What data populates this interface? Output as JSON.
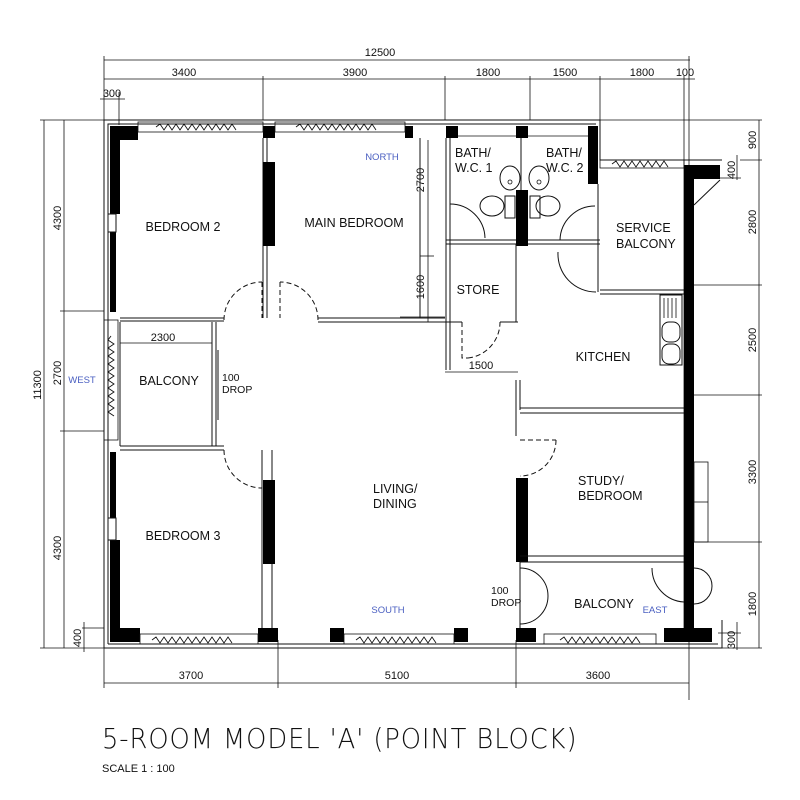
{
  "drawing": {
    "title": "5-ROOM MODEL 'A' (POINT BLOCK)",
    "scale": "SCALE 1 : 100"
  },
  "dimensions": {
    "top_total": "12500",
    "top": [
      "3400",
      "3900",
      "1800",
      "1500",
      "1800",
      "100"
    ],
    "top_offset": "300",
    "bottom": [
      "3700",
      "5100",
      "3600"
    ],
    "left_total": "11300",
    "left": [
      "4300",
      "2700",
      "4300"
    ],
    "left_offset": "400",
    "right": [
      "900",
      "2800",
      "2500",
      "3300",
      "1800"
    ],
    "right_offsets": [
      "400",
      "300"
    ],
    "internal": {
      "main_bedroom_upper": "2700",
      "main_bedroom_lower": "1600",
      "balcony_west_width": "2300",
      "store_width": "1500"
    }
  },
  "rooms": {
    "bedroom_2": "BEDROOM 2",
    "main_bedroom": "MAIN BEDROOM",
    "bath_1_line1": "BATH/",
    "bath_1_line2": "W.C. 1",
    "bath_2_line1": "BATH/",
    "bath_2_line2": "W.C. 2",
    "service_balcony_line1": "SERVICE",
    "service_balcony_line2": "BALCONY",
    "store": "STORE",
    "kitchen": "KITCHEN",
    "balcony_west": "BALCONY",
    "living_dining_line1": "LIVING/",
    "living_dining_line2": "DINING",
    "study_bedroom_line1": "STUDY/",
    "study_bedroom_line2": "BEDROOM",
    "bedroom_3": "BEDROOM 3",
    "balcony_east": "BALCONY"
  },
  "annotations": {
    "drop_west_value": "100",
    "drop_west_label": "DROP",
    "drop_east_value": "100",
    "drop_east_label": "DROP"
  },
  "compass": {
    "north": "NORTH",
    "south": "SOUTH",
    "west": "WEST",
    "east": "EAST",
    "color": "#4a5fc1"
  }
}
